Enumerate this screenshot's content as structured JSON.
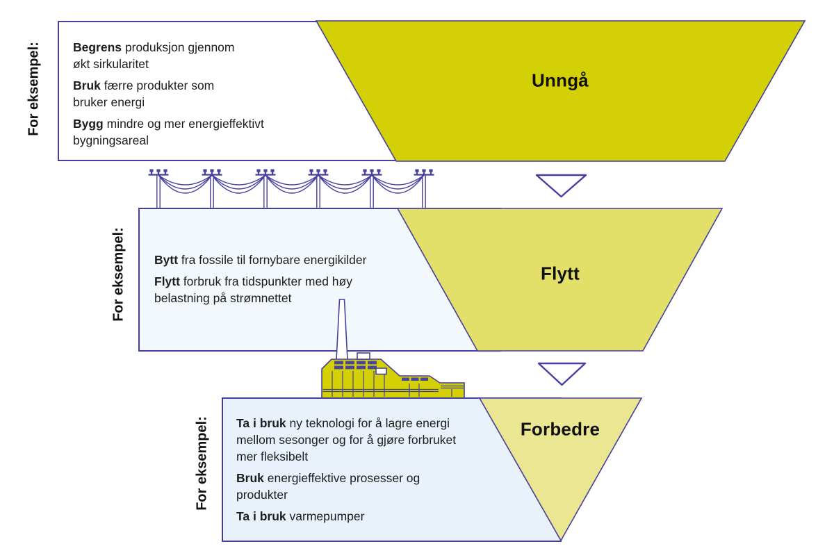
{
  "colors": {
    "outline": "#453f9e",
    "level_avoid": "#d3d106",
    "level_shift": "#e3e06a",
    "level_improve": "#eae692",
    "box_avoid": "#ffffff",
    "box_shift": "#f3f8fd",
    "box_improve": "#e9f2fa",
    "factory": "#d3d106",
    "text": "#1d1d1d"
  },
  "icons": {
    "between_avoid_and_shift": [
      "power-lines-icon",
      "arrow-down-icon"
    ],
    "between_shift_and_improve": [
      "factory-icon",
      "arrow-down-icon"
    ]
  },
  "sections": [
    {
      "id": "avoid",
      "side_label": "For eksempel:",
      "title": "Unngå",
      "lines": [
        {
          "b": "Begrens",
          "t": " produksjon gjennom"
        },
        {
          "b": "",
          "t": "økt sirkularitet"
        },
        {
          "b": "Bruk",
          "t": " færre produkter som"
        },
        {
          "b": "",
          "t": "bruker energi"
        },
        {
          "b": "Bygg",
          "t": " mindre og mer energieffektivt"
        },
        {
          "b": "",
          "t": "bygningsareal"
        }
      ]
    },
    {
      "id": "shift",
      "side_label": "For eksempel:",
      "title": "Flytt",
      "lines": [
        {
          "b": "Bytt",
          "t": " fra fossile til fornybare energikilder"
        },
        {
          "b": "Flytt",
          "t": " forbruk fra tidspunkter med høy"
        },
        {
          "b": "",
          "t": "belastning på strømnettet"
        }
      ]
    },
    {
      "id": "improve",
      "side_label": "For eksempel:",
      "title": "Forbedre",
      "lines": [
        {
          "b": "Ta i bruk",
          "t": " ny teknologi for å lagre energi"
        },
        {
          "b": "",
          "t": "mellom sesonger og for å gjøre forbruket"
        },
        {
          "b": "",
          "t": "mer fleksibelt"
        },
        {
          "b": "Bruk",
          "t": " energieffektive prosesser og"
        },
        {
          "b": "",
          "t": "produkter"
        },
        {
          "b": "Ta i bruk",
          "t": " varmepumper"
        }
      ]
    }
  ]
}
